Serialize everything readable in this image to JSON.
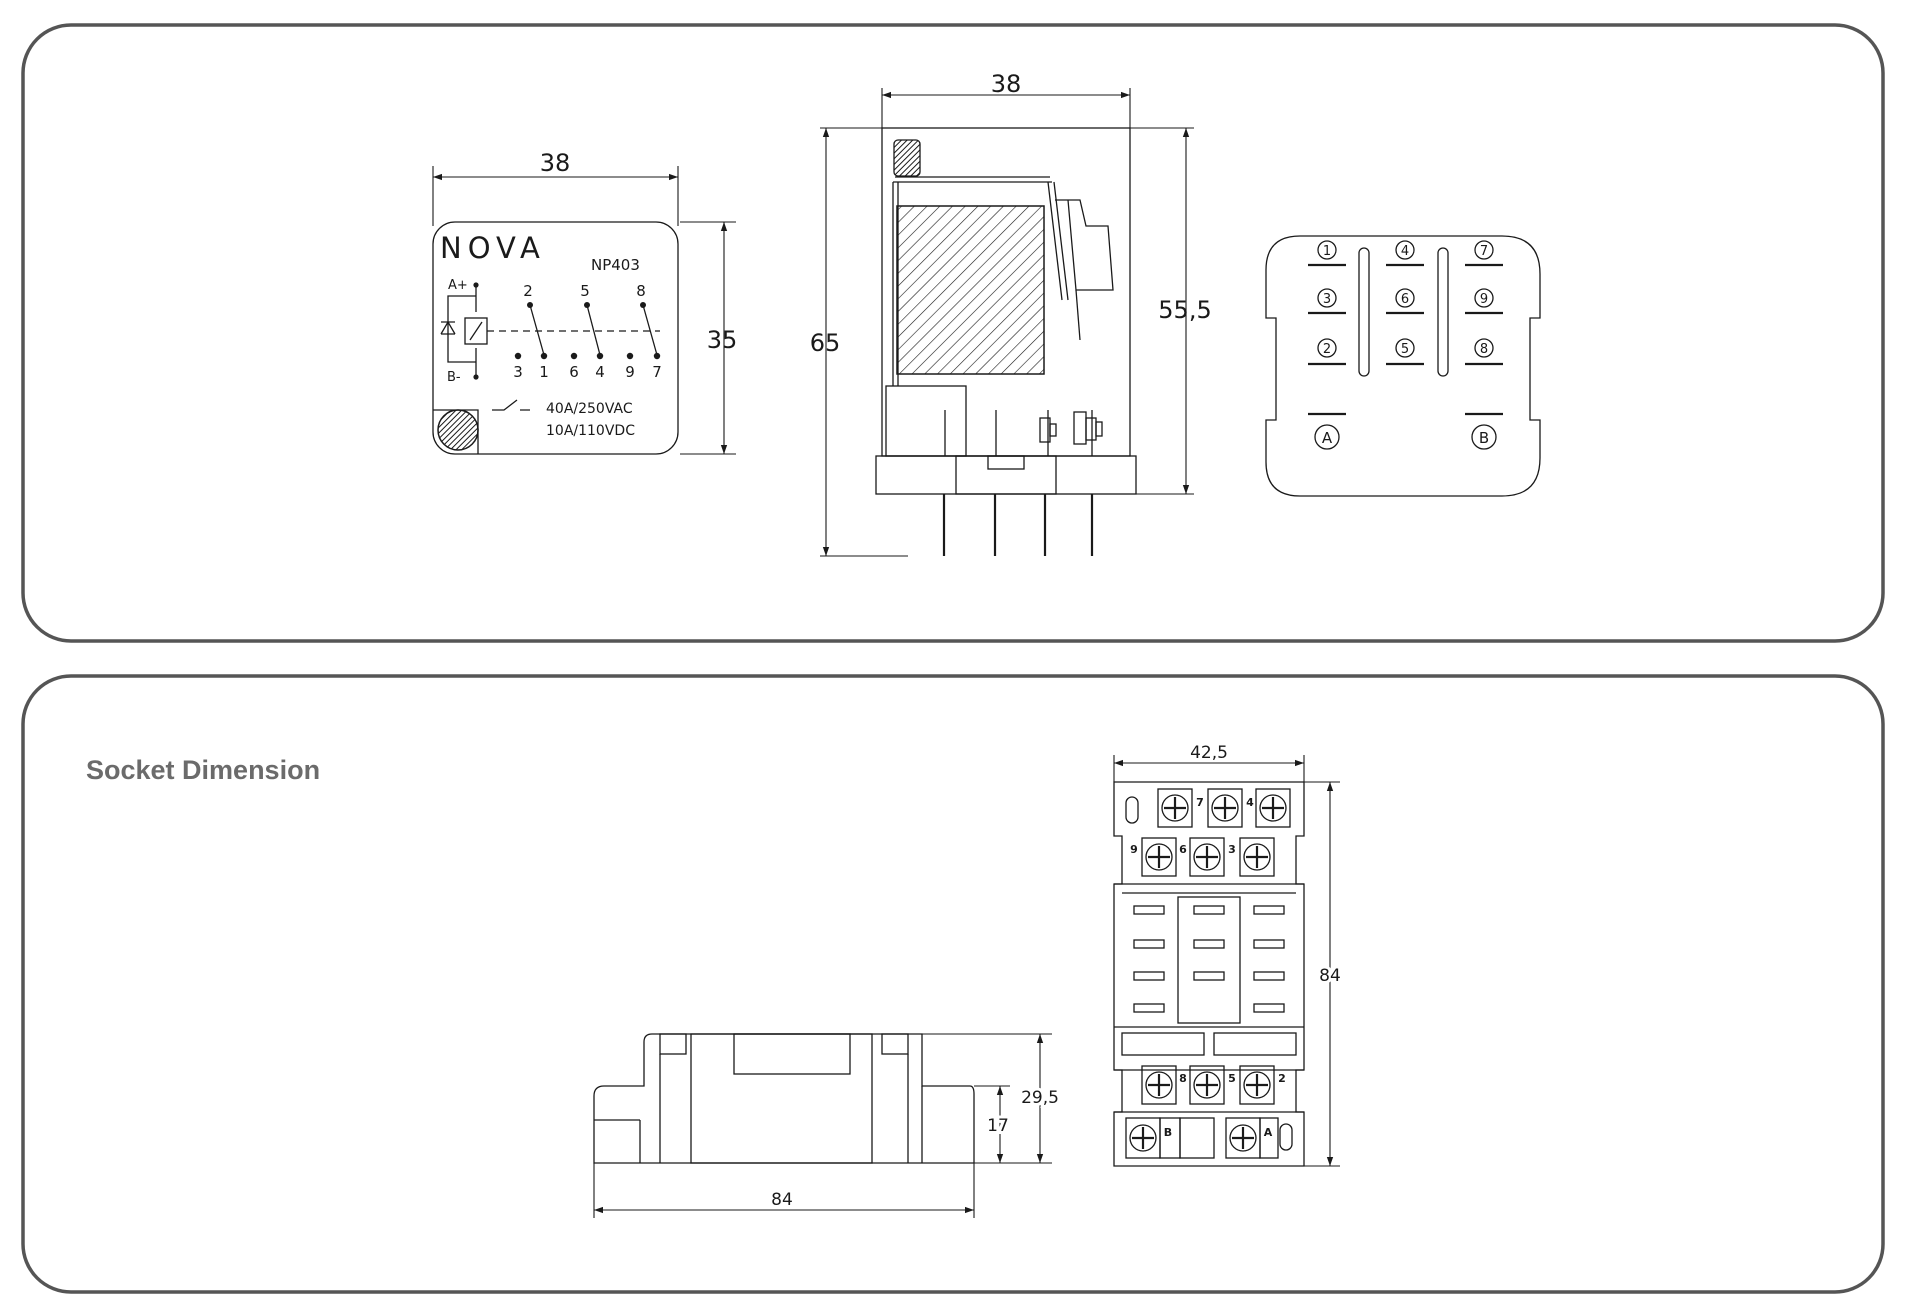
{
  "panel1": {
    "front_face": {
      "width_dim": "38",
      "height_dim": "35",
      "brand": "NOVA",
      "model": "NP403",
      "coil_plus": "A+",
      "coil_minus": "B-",
      "top_pins": [
        "2",
        "5",
        "8"
      ],
      "bottom_pins": [
        "3",
        "1",
        "6",
        "4",
        "9",
        "7"
      ],
      "rating_ac": "40A/250VAC",
      "rating_dc": "10A/110VDC"
    },
    "side_view": {
      "width_dim": "38",
      "total_height_dim": "65",
      "body_height_dim": "55,5"
    },
    "bottom_view": {
      "pins": [
        "1",
        "4",
        "7",
        "3",
        "6",
        "9",
        "2",
        "5",
        "8"
      ],
      "coil_pins": [
        "A",
        "B"
      ]
    }
  },
  "panel2": {
    "title": "Socket Dimension",
    "side_view": {
      "length_dim": "84",
      "height_dim": "29,5",
      "step_height_dim": "17"
    },
    "top_view": {
      "width_dim": "42,5",
      "length_dim": "84",
      "terminals_row1": [
        "7",
        "4"
      ],
      "terminals_row2": [
        "9",
        "6",
        "3"
      ],
      "terminals_row3": [
        "8",
        "5",
        "2"
      ],
      "coil_terminals": [
        "B",
        "A"
      ]
    }
  }
}
